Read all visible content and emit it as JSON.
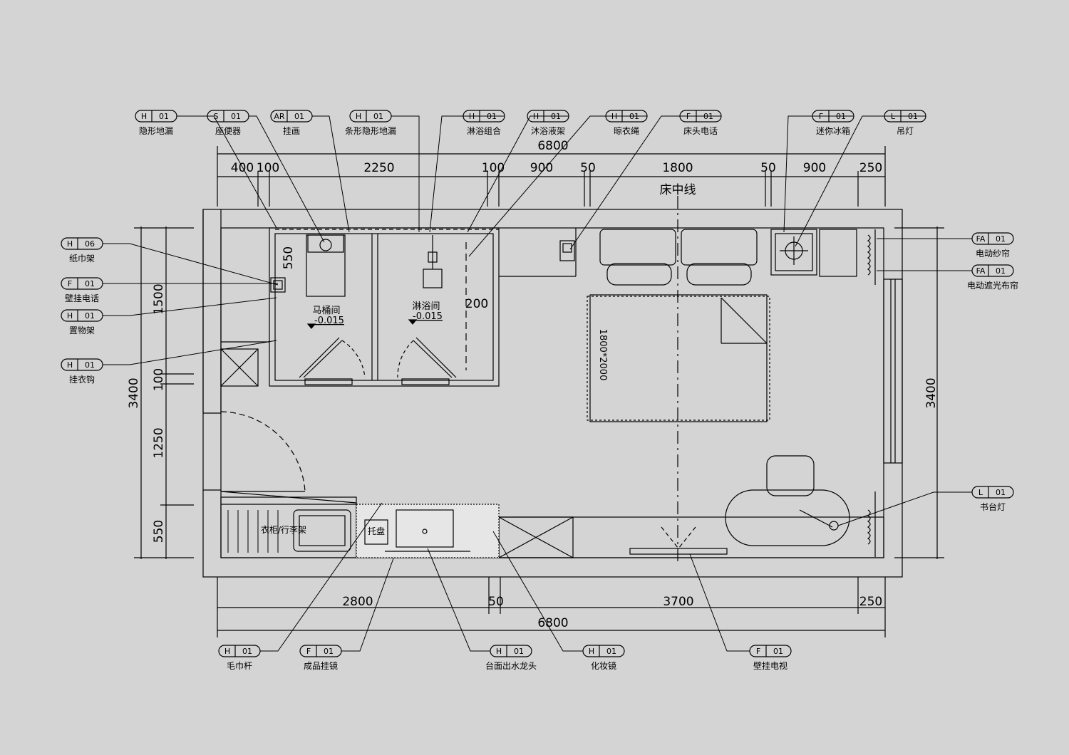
{
  "colors": {
    "background": "#d4d4d4",
    "line": "#000000",
    "granite": "#ffffff"
  },
  "top_tags": [
    {
      "code": "H",
      "num": "01",
      "label": "隐形地漏"
    },
    {
      "code": "S",
      "num": "01",
      "label": "座便器"
    },
    {
      "code": "AR",
      "num": "01",
      "label": "挂画"
    },
    {
      "code": "H",
      "num": "01",
      "label": "条形隐形地漏"
    },
    {
      "code": "H",
      "num": "01",
      "label": "淋浴组合"
    },
    {
      "code": "H",
      "num": "01",
      "label": "沐浴液架"
    },
    {
      "code": "H",
      "num": "01",
      "label": "晾衣绳"
    },
    {
      "code": "F",
      "num": "01",
      "label": "床头电话"
    },
    {
      "code": "F",
      "num": "01",
      "label": "迷你冰箱"
    },
    {
      "code": "L",
      "num": "01",
      "label": "吊灯"
    }
  ],
  "left_tags": [
    {
      "code": "H",
      "num": "06",
      "label": "纸巾架"
    },
    {
      "code": "F",
      "num": "01",
      "label": "壁挂电话"
    },
    {
      "code": "H",
      "num": "01",
      "label": "置物架"
    },
    {
      "code": "H",
      "num": "01",
      "label": "挂衣钩"
    }
  ],
  "right_tags": [
    {
      "code": "FA",
      "num": "01",
      "label": "电动纱帘"
    },
    {
      "code": "FA",
      "num": "01",
      "label": "电动遮光布帘"
    },
    {
      "code": "L",
      "num": "01",
      "label": "书台灯"
    }
  ],
  "bottom_tags": [
    {
      "code": "H",
      "num": "01",
      "label": "毛巾杆"
    },
    {
      "code": "F",
      "num": "01",
      "label": "成品挂镜"
    },
    {
      "code": "H",
      "num": "01",
      "label": "台面出水龙头"
    },
    {
      "code": "H",
      "num": "01",
      "label": "化妆镜"
    },
    {
      "code": "F",
      "num": "01",
      "label": "壁挂电视"
    }
  ],
  "dimensions": {
    "top_total": "6800",
    "top_400": "400",
    "top_100a": "100",
    "top_2250": "2250",
    "top_100b": "100",
    "top_900a": "900",
    "top_50a": "50",
    "top_1800": "1800",
    "top_50b": "50",
    "top_900b": "900",
    "top_250": "250",
    "bottom_2800": "2800",
    "bottom_50": "50",
    "bottom_3700": "3700",
    "bottom_250": "250",
    "bottom_total": "6800",
    "left_total": "3400",
    "left_1500": "1500",
    "left_100": "100",
    "left_1250": "1250",
    "left_550": "550",
    "right_total": "3400",
    "inner_550": "550",
    "inner_200": "200"
  },
  "labels": {
    "bed_center": "床中线",
    "bed_size": "1800*2000",
    "toilet_room": "马桶间",
    "toilet_level": "-0.015",
    "shower_room": "淋浴间",
    "shower_level": "-0.015",
    "tray": "托盘",
    "rack": "衣柜/行李架"
  }
}
